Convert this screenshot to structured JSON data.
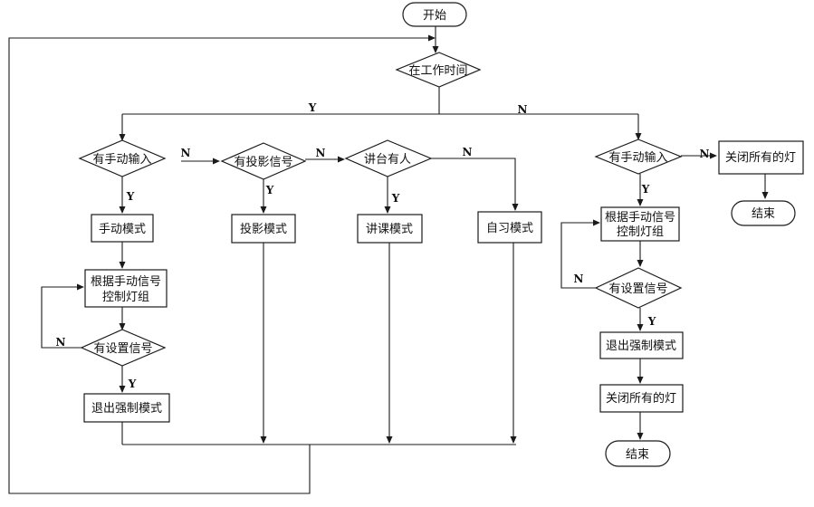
{
  "nodes": {
    "start": "开始",
    "work_time": "在工作时间",
    "left_manual_input": "有手动输入",
    "left_manual_mode": "手动模式",
    "left_control_group": [
      "根据手动信号",
      "控制灯组"
    ],
    "left_set_signal": "有设置信号",
    "left_exit_forced": "退出强制模式",
    "projection_signal": "有投影信号",
    "projection_mode": "投影模式",
    "podium_person": "讲台有人",
    "lecture_mode": "讲课模式",
    "self_study_mode": "自习模式",
    "right_manual_input": "有手动输入",
    "close_all_top": "关闭所有的灯",
    "end_top": "结束",
    "right_control_group": [
      "根据手动信号",
      "控制灯组"
    ],
    "right_set_signal": "有设置信号",
    "right_exit_forced": "退出强制模式",
    "close_all_bottom": "关闭所有的灯",
    "end_bottom": "结束"
  },
  "labels": {
    "yes": "Y",
    "no": "N"
  }
}
